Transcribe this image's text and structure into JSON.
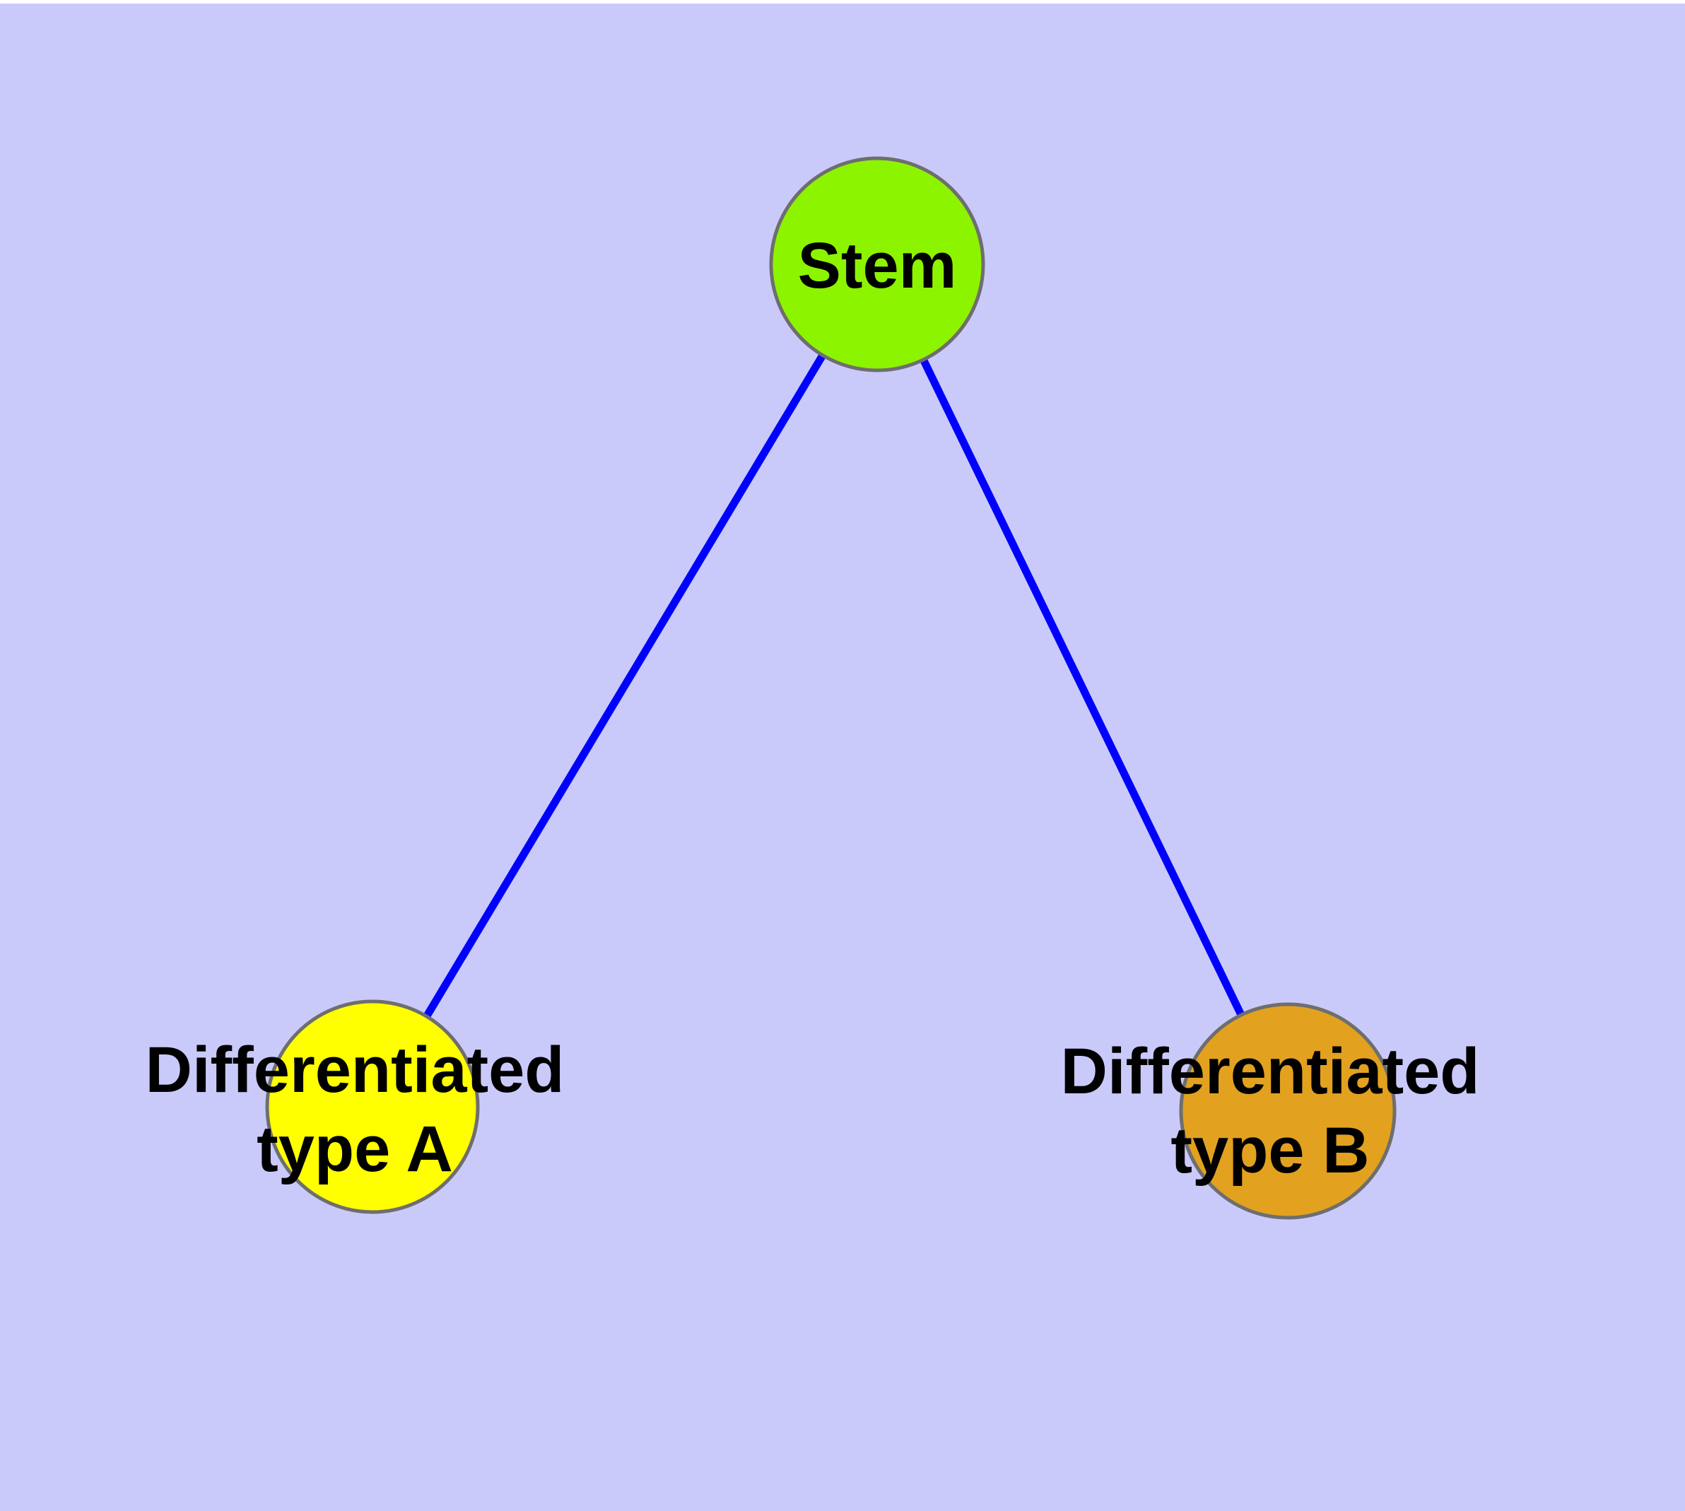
{
  "styles": {
    "background": "#CACAFA",
    "page_margin_color": "#FFFFFF",
    "edge_color": "#0000FF",
    "node_border_color": "#6E6E6E",
    "label_color": "#000000"
  },
  "nodes": {
    "stem": {
      "label": "Stem",
      "color": "#8DF400"
    },
    "type_a": {
      "label": "Differentiated\ntype A",
      "color": "#FFFF00"
    },
    "type_b": {
      "label": "Differentiated\ntype B",
      "color": "#E2A21F"
    }
  },
  "edges": [
    {
      "from": "Stem",
      "to": "Differentiated type A"
    },
    {
      "from": "Stem",
      "to": "Differentiated type B"
    }
  ]
}
